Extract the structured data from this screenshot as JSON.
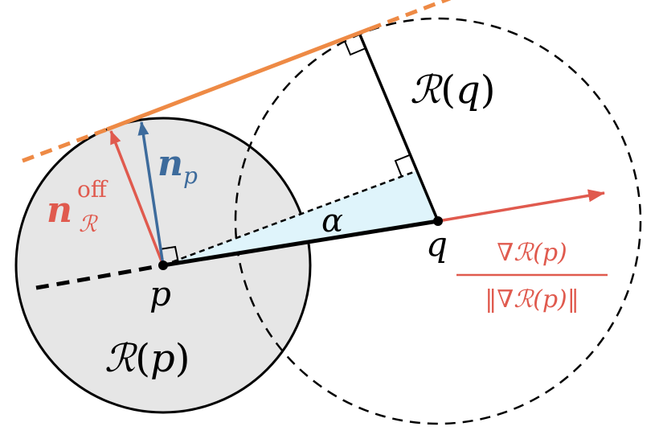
{
  "colors": {
    "tangent": "#ee8a45",
    "normal_offset": "#e05a4e",
    "normal_p": "#3d6b9c",
    "gradient": "#e05a4e",
    "wedge_fill": "#dff4fb",
    "disk_fill": "#e6e6e6",
    "stroke": "#000000"
  },
  "labels": {
    "R_q": {
      "script": "ℛ",
      "open": "(",
      "var": "q",
      "close": ")"
    },
    "R_p": {
      "script": "ℛ",
      "open": "(",
      "var": "p",
      "close": ")"
    },
    "n_p": {
      "base": "𝒏",
      "sub": "p"
    },
    "n_R_off": {
      "base": "𝒏",
      "sup": "off",
      "sub": "ℛ"
    },
    "alpha": "α",
    "point_p": "p",
    "point_q": "q",
    "gradient_num": "∇ℛ(p)",
    "gradient_den": "‖∇ℛ(p)‖"
  }
}
